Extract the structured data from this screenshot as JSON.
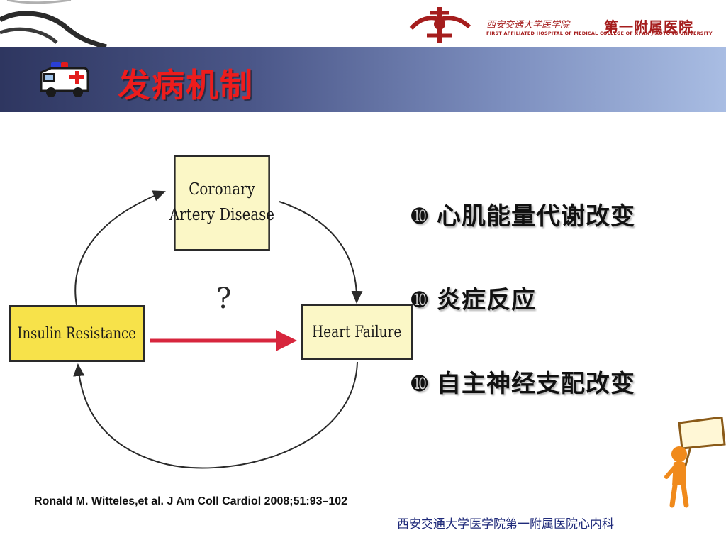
{
  "header": {
    "hospital_name_cn": "第一附属医院",
    "hospital_name_script": "西安交通大学医学院",
    "hospital_name_en": "FIRST AFFILIATED HOSPITAL OF MEDICAL COLLEGE OF XI'AN JIAOTONG UNIVERSITY"
  },
  "title": "发病机制",
  "diagram": {
    "cad_line1": "Coronary",
    "cad_line2": "Artery Disease",
    "insulin_resistance": "Insulin Resistance",
    "heart_failure": "Heart Failure",
    "question": "?"
  },
  "bullets": [
    {
      "icon": "➓",
      "text": "心肌能量代谢改变"
    },
    {
      "icon": "➓",
      "text": "炎症反应"
    },
    {
      "icon": "➓",
      "text": "自主神经支配改变"
    }
  ],
  "citation": "Ronald M. Witteles,et al. J Am Coll Cardiol 2008;51:93–102",
  "footer": "西安交通大学医学院第一附属医院心内科",
  "colors": {
    "title_red": "#ee1c1c",
    "title_bar_dark": "#2e3660",
    "title_bar_light": "#a9bde3",
    "arrow_red": "#d7263d",
    "box_fill": "#fbf7c6",
    "insulin_fill": "#f7e24a",
    "footer_blue": "#1f2a7a"
  }
}
